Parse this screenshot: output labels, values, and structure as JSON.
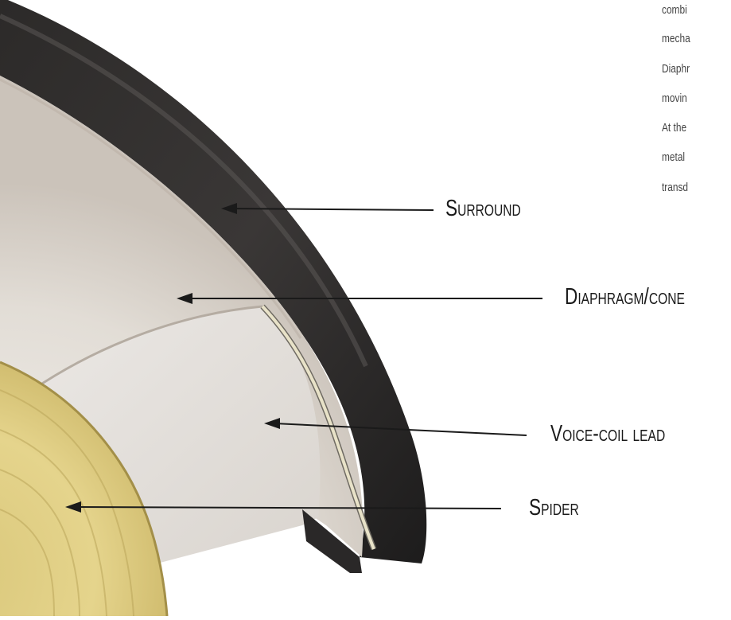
{
  "labels": {
    "surround": "Surround",
    "diaphragm_cone": "Diaphragm/Cone",
    "voice_coil_lead": "Voice-Coil Lead",
    "spider": "Spider"
  },
  "body_text": [
    "combi",
    "mecha",
    "Diaphr",
    "movin",
    "At the",
    "metal",
    "transd"
  ]
}
